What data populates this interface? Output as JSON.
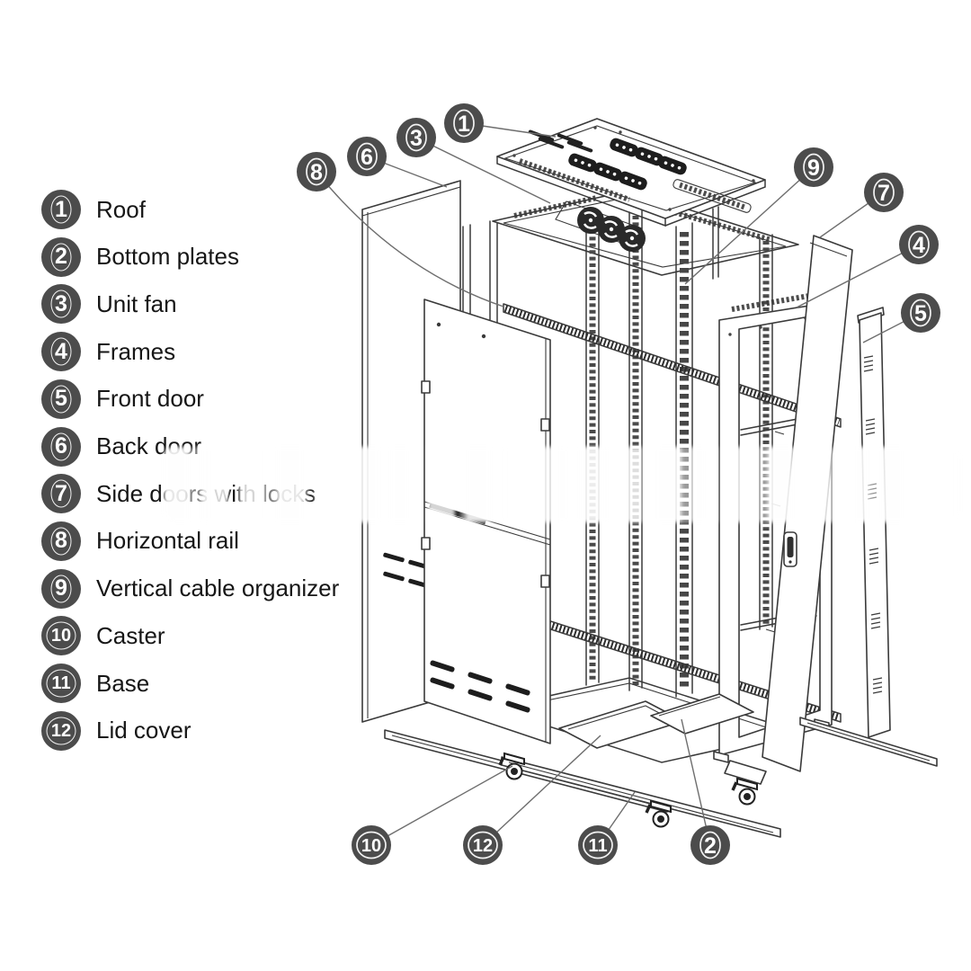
{
  "diagram": {
    "kind": "exploded-parts-diagram",
    "legend": {
      "items": [
        {
          "number": "1",
          "label": "Roof"
        },
        {
          "number": "2",
          "label": "Bottom plates"
        },
        {
          "number": "3",
          "label": "Unit fan"
        },
        {
          "number": "4",
          "label": "Frames"
        },
        {
          "number": "5",
          "label": "Front door"
        },
        {
          "number": "6",
          "label": "Back door"
        },
        {
          "number": "7",
          "label": "Side doors with locks"
        },
        {
          "number": "8",
          "label": "Horizontal rail"
        },
        {
          "number": "9",
          "label": "Vertical cable organizer"
        },
        {
          "number": "10",
          "label": "Caster"
        },
        {
          "number": "11",
          "label": "Base"
        },
        {
          "number": "12",
          "label": "Lid cover"
        }
      ]
    },
    "callouts": [
      "1",
      "3",
      "6",
      "8",
      "9",
      "7",
      "4",
      "5",
      "10",
      "12",
      "11",
      "2"
    ],
    "colors": {
      "background": "#ffffff",
      "line": "#3a3a3a",
      "badge": "#4c4c4c",
      "badge_text": "#ffffff",
      "leader": "#6e6e6e",
      "grille": "#1d1d1d"
    }
  }
}
